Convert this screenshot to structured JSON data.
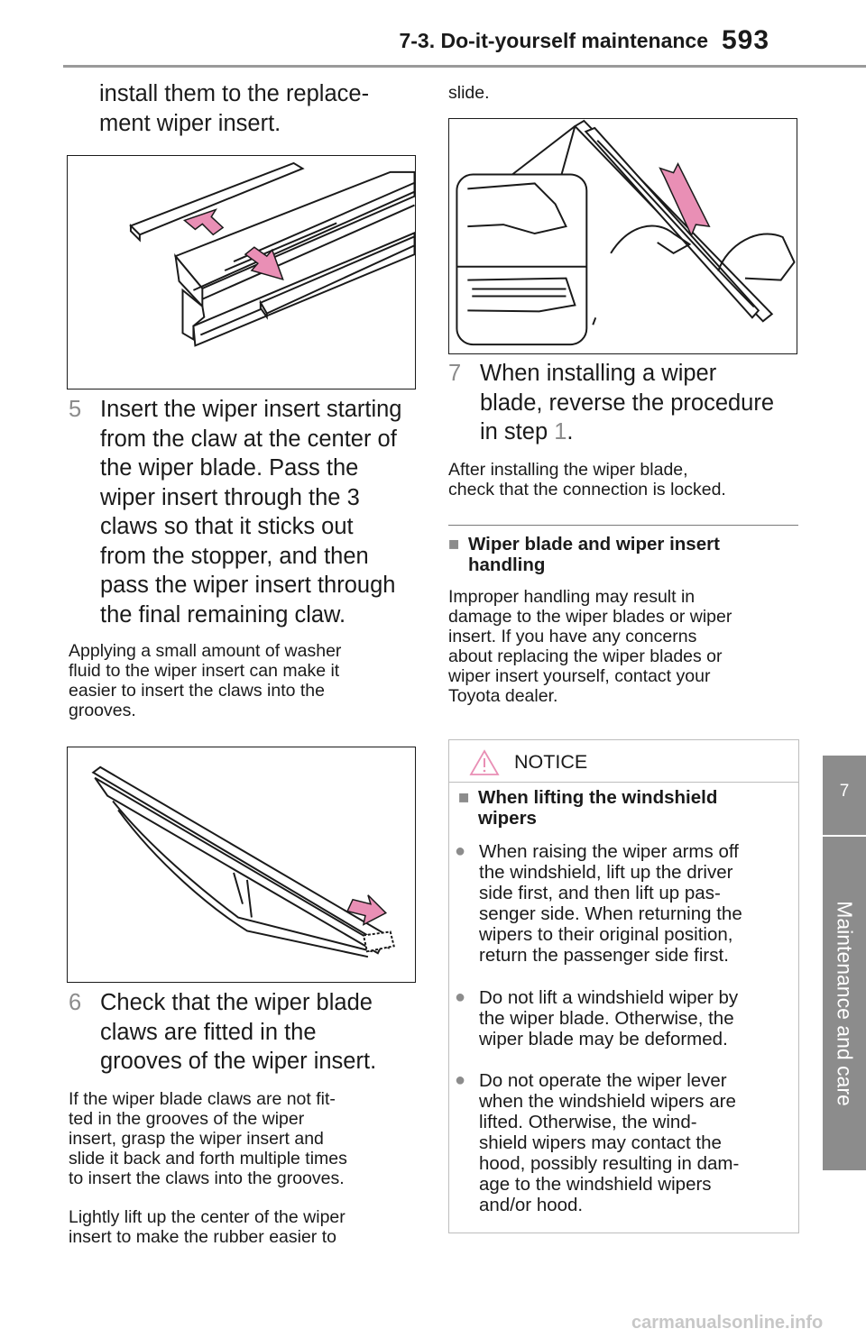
{
  "header": {
    "section_title": "7-3. Do-it-yourself maintenance",
    "page_number": "593"
  },
  "side_tab": {
    "chapter_number": "7",
    "chapter_label": "Maintenance and care"
  },
  "left_column": {
    "intro_line1": "install them to the replace-",
    "intro_line2": "ment wiper insert.",
    "step5": {
      "number": "5",
      "lines": [
        "Insert the wiper insert starting",
        "from the claw at the center of",
        "the wiper blade. Pass the",
        "wiper insert through the 3",
        "claws so that it sticks out",
        "from the stopper, and then",
        "pass the wiper insert through",
        "the final remaining claw."
      ]
    },
    "note5_lines": [
      "Applying a small amount of washer",
      "fluid to the wiper insert can make it",
      "easier to insert the claws into the",
      "grooves."
    ],
    "step6": {
      "number": "6",
      "lines": [
        "Check that the wiper blade",
        "claws are fitted in the",
        "grooves of the wiper insert."
      ]
    },
    "note6a_lines": [
      "If the wiper blade claws are not fit-",
      "ted in the grooves of the wiper",
      "insert, grasp the wiper insert and",
      "slide it back and forth multiple times",
      "to insert the claws into the grooves."
    ],
    "note6b_lines": [
      "Lightly lift up the center of the wiper",
      "insert to make the rubber easier to"
    ]
  },
  "right_column": {
    "slide_word": "slide.",
    "step7": {
      "number": "7",
      "line1": "When installing a wiper",
      "line2": "blade, reverse the procedure",
      "line3_prefix": "in step ",
      "line3_ref": "1",
      "line3_suffix": "."
    },
    "note7_lines": [
      "After installing the wiper blade,",
      "check that the connection is locked."
    ],
    "handling": {
      "marker": "■",
      "title_lines": [
        "Wiper blade and wiper insert",
        "handling"
      ],
      "body_lines": [
        "Improper handling may result in",
        "damage to the wiper blades or wiper",
        "insert. If you have any concerns",
        "about replacing the wiper blades or",
        "wiper insert yourself, contact your",
        "Toyota dealer."
      ]
    },
    "notice": {
      "label": "NOTICE",
      "marker": "■",
      "title_lines": [
        "When lifting the windshield",
        "wipers"
      ],
      "bullet_char": "●",
      "bullets": [
        [
          "When raising the wiper arms off",
          "the windshield, lift up the driver",
          "side first, and then lift up pas-",
          "senger side. When returning the",
          "wipers to their original position,",
          "return the passenger side first."
        ],
        [
          "Do not lift a windshield wiper by",
          "the wiper blade. Otherwise, the",
          "wiper blade may be deformed."
        ],
        [
          "Do not operate the wiper lever",
          "when the windshield wipers are",
          "lifted. Otherwise, the wind-",
          "shield wipers may contact the",
          "hood, possibly resulting in dam-",
          "age to the windshield wipers",
          "and/or hood."
        ]
      ]
    }
  },
  "watermark": "carmanualsonline.info",
  "colors": {
    "accent_gray": "#8c8c8c",
    "arrow_pink": "#e98fb5",
    "rule_gray": "#9a9a9a"
  }
}
